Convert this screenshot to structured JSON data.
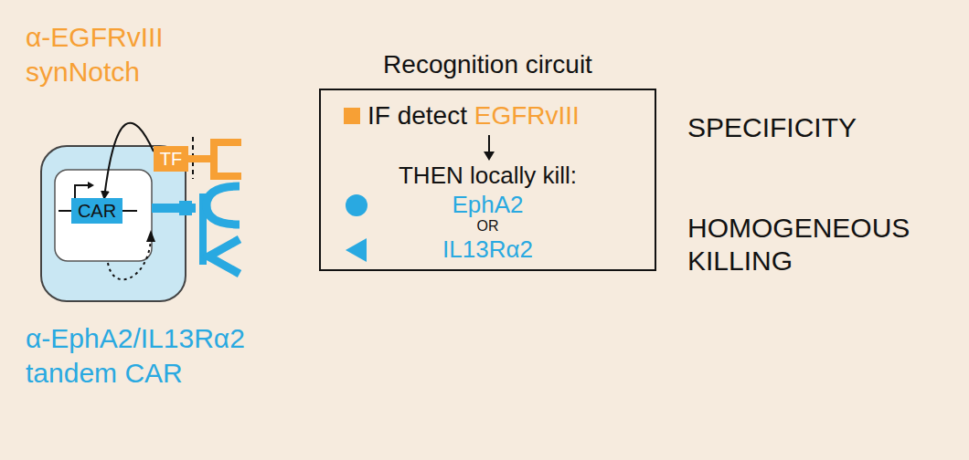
{
  "diagram": {
    "nodes": [
      {
        "text": [
          "TF"
        ]
      },
      {
        "text": [
          "CAR"
        ]
      },
      {
        "text": [
          "Recognition circuit",
          "IF detect",
          "EGFRvIII",
          "THEN locally kill:",
          "EphA2",
          "OR",
          "IL13Rα2"
        ]
      }
    ],
    "edges": [
      {
        "from": 0,
        "to": 1,
        "arrow": "to"
      }
    ],
    "labels": [
      "α-EGFRvIII synNotch",
      "α-EphA2/IL13Rα2 tandem CAR",
      "SPECIFICITY",
      "HOMOGENEOUS KILLING"
    ]
  }
}
